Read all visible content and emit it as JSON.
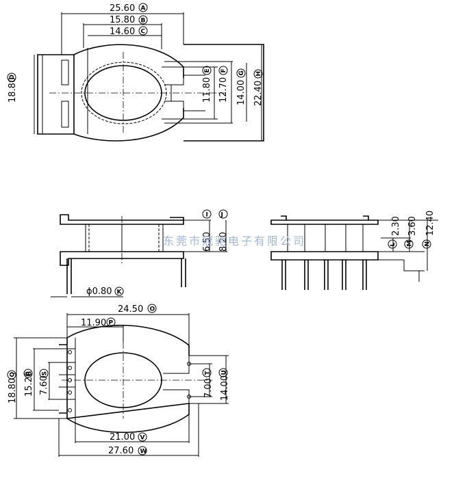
{
  "watermark": "东莞市冠驰电子有限公司",
  "top_view": {
    "A": {
      "value": "25.60",
      "letter": "A"
    },
    "B": {
      "value": "15.80",
      "letter": "B"
    },
    "C": {
      "value": "14.60",
      "letter": "C"
    },
    "D": {
      "value": "18.80",
      "letter": "D"
    },
    "E": {
      "value": "11.80",
      "letter": "E"
    },
    "F": {
      "value": "12.70",
      "letter": "F"
    },
    "G": {
      "value": "14.00",
      "letter": "G"
    },
    "H": {
      "value": "22.40",
      "letter": "H"
    }
  },
  "side_view": {
    "I": {
      "value": "6.50",
      "letter": "I"
    },
    "J": {
      "value": "8.20",
      "letter": "J"
    },
    "K": {
      "value": "ϕ0.80",
      "letter": "K"
    }
  },
  "end_view": {
    "L": {
      "value": "2.30",
      "letter": "L"
    },
    "M": {
      "value": "3.60",
      "letter": "M"
    },
    "N": {
      "value": "12.40",
      "letter": "N"
    }
  },
  "bottom_view": {
    "O": {
      "value": "24.50",
      "letter": "O"
    },
    "P": {
      "value": "11.90",
      "letter": "P"
    },
    "Q": {
      "value": "18.80",
      "letter": "Q"
    },
    "R": {
      "value": "15.20",
      "letter": "R"
    },
    "S": {
      "value": "7.60",
      "letter": "S"
    },
    "T": {
      "value": "7.00",
      "letter": "T"
    },
    "U": {
      "value": "14.00",
      "letter": "U"
    },
    "V": {
      "value": "21.00",
      "letter": "V"
    },
    "W": {
      "value": "27.60",
      "letter": "W"
    }
  }
}
